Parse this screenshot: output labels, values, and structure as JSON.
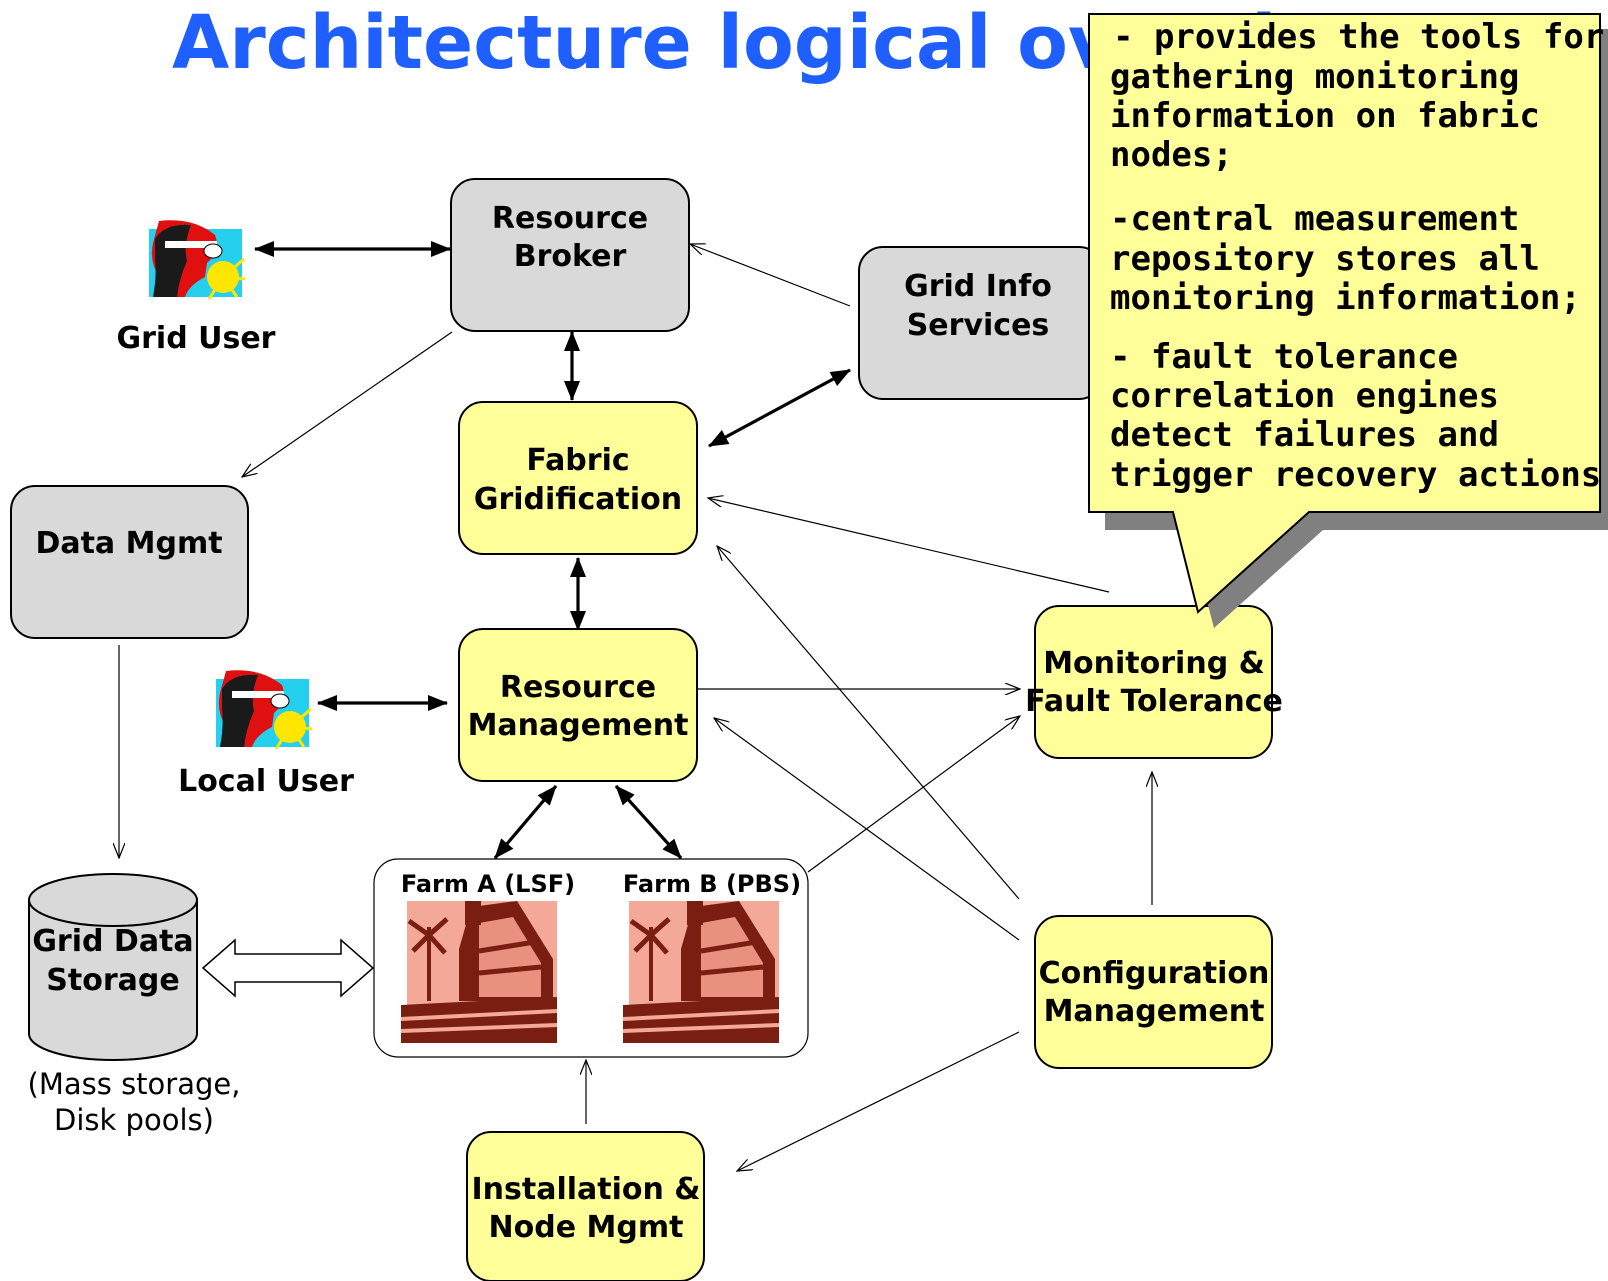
{
  "title": "Architecture logical overview",
  "nodes": {
    "resource_broker": [
      "Resource",
      "Broker"
    ],
    "grid_info_services": [
      "Grid Info",
      "Services"
    ],
    "fabric_gridification": [
      "Fabric",
      "Gridification"
    ],
    "data_mgmt": [
      "Data Mgmt"
    ],
    "resource_management": [
      "Resource",
      "Management"
    ],
    "monitoring_fault_tolerance": [
      "Monitoring &",
      "Fault Tolerance"
    ],
    "configuration_management": [
      "Configuration",
      "Management"
    ],
    "installation_node_mgmt": [
      "Installation &",
      "Node Mgmt"
    ],
    "grid_data_storage": [
      "Grid Data",
      "Storage"
    ]
  },
  "users": {
    "grid_user": "Grid User",
    "local_user": "Local User"
  },
  "farms": {
    "farm_a": "Farm A (LSF)",
    "farm_b": "Farm B (PBS)"
  },
  "storage_note": [
    "(Mass storage,",
    "Disk pools)"
  ],
  "callout": {
    "lines": [
      "- provides the tools for",
      "gathering monitoring",
      "information on fabric",
      "nodes;",
      "-central measurement",
      "repository stores all",
      "monitoring information;",
      "- fault tolerance",
      "correlation engines",
      "detect failures and",
      "trigger recovery actions."
    ]
  },
  "colors": {
    "title": "#1f5fff",
    "grey_box": "#d9d9d9",
    "yellow_box": "#ffff99",
    "callout": "#ffff99",
    "callout_shadow": "#808080"
  },
  "icons": [
    "user-icon",
    "farm-barn-icon",
    "cylinder-storage-icon"
  ]
}
